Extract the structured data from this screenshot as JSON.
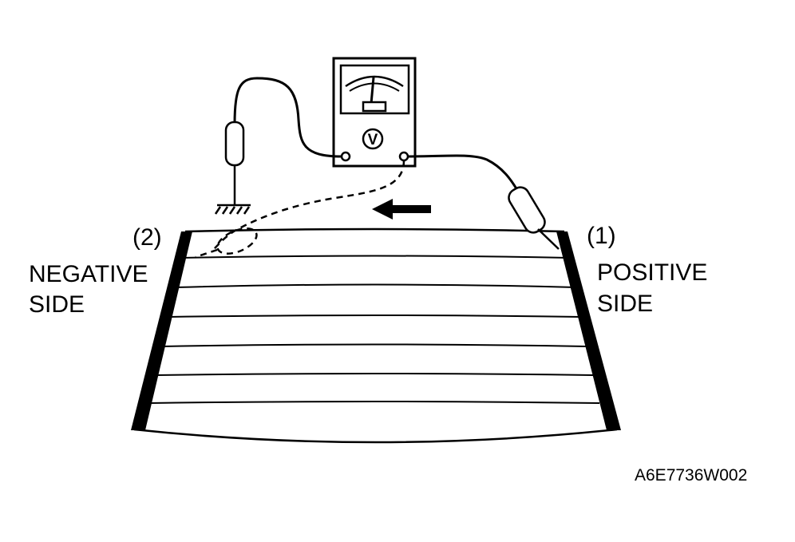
{
  "labels": {
    "negative_number": "(2)",
    "negative_line1": "NEGATIVE",
    "negative_line2": "SIDE",
    "positive_number": "(1)",
    "positive_line1": "POSITIVE",
    "positive_line2": "SIDE",
    "meter_symbol": "V",
    "figure_code": "A6E7736W002"
  },
  "colors": {
    "ink": "#000000",
    "paper": "#ffffff"
  },
  "icons": {
    "meter": "voltmeter-icon",
    "ground": "ground-symbol-icon",
    "probe": "probe-icon",
    "arrow": "arrow-left-icon"
  }
}
